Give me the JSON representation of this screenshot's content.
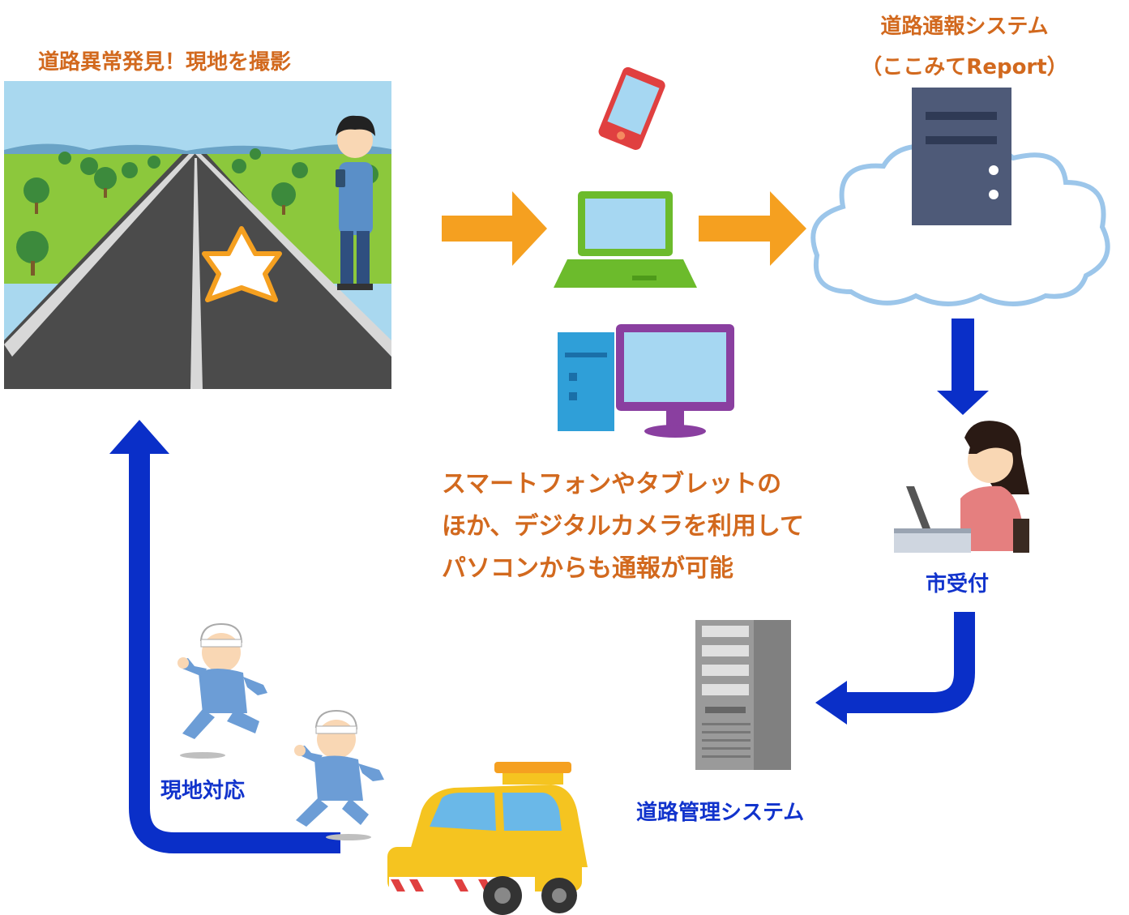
{
  "labels": {
    "discover": "道路異常発見！現地を撮影",
    "report_system_line1": "道路通報システム",
    "report_system_line2": "（ここみてReport）",
    "note_line1": "スマートフォンやタブレットの",
    "note_line2": "ほか、デジタルカメラを利用して",
    "note_line3": "パソコンからも通報が可能",
    "city_reception": "市受付",
    "road_management_system": "道路管理システム",
    "onsite_response": "現地対応"
  },
  "colors": {
    "label_orange": "#d2691e",
    "label_blue": "#1133cc",
    "arrow_orange": "#f5a020",
    "arrow_blue": "#0a2fc8"
  }
}
